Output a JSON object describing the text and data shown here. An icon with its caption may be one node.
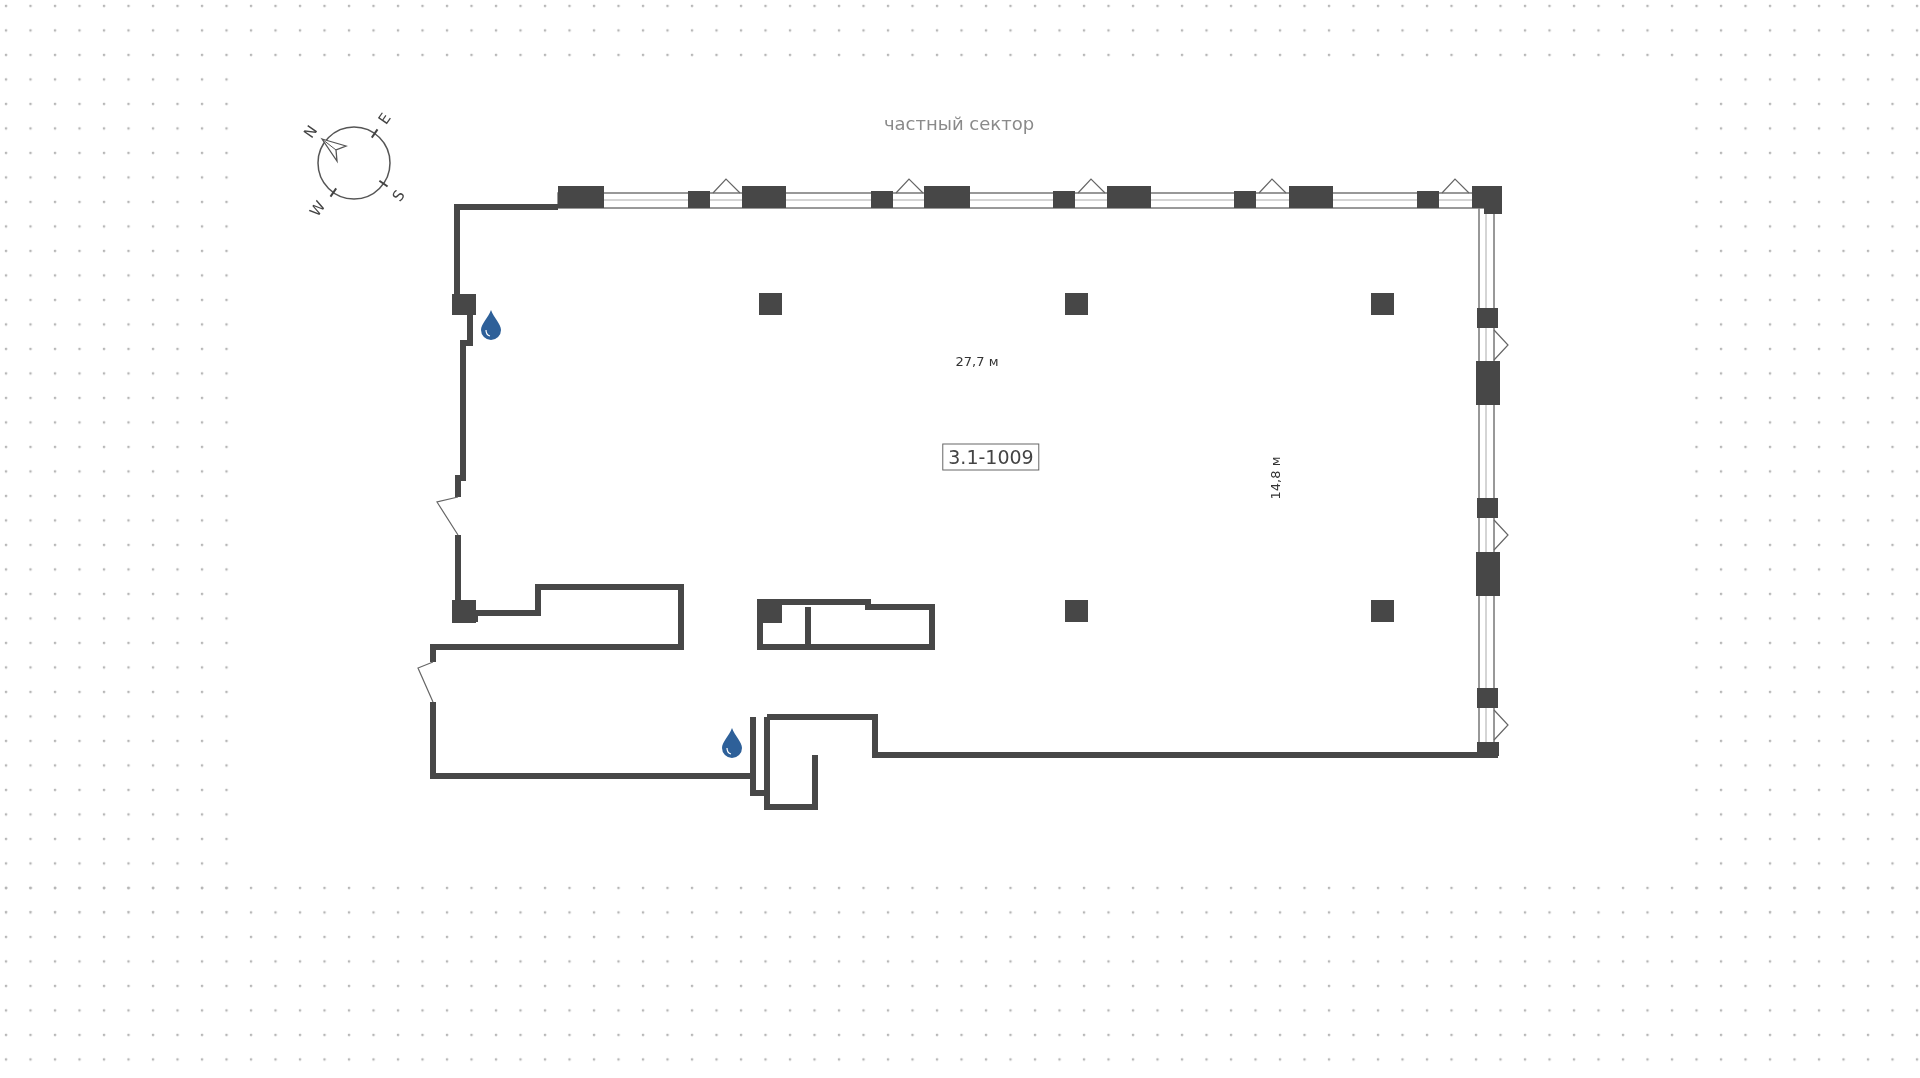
{
  "diagram": {
    "nodes": [
      {
        "text": [
          "3.1-1009"
        ]
      }
    ],
    "labels": [
      "частный сектор",
      "N",
      "E",
      "S",
      "W",
      "27,7 м",
      "14,8 м"
    ]
  }
}
